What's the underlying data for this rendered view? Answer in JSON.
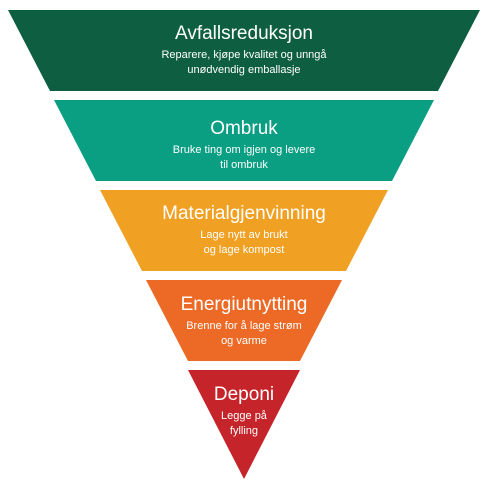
{
  "tiers": [
    {
      "title": "Avfallsreduksjon",
      "description": "Reparere, kjøpe kvalitet og unngå\nunødvendig emballasje",
      "color": "#0e5e42"
    },
    {
      "title": "Ombruk",
      "description": "Bruke ting om igjen og levere\ntil ombruk",
      "color": "#0a9e82"
    },
    {
      "title": "Materialgjenvinning",
      "description": "Lage nytt av brukt\nog lage kompost",
      "color": "#f0a023"
    },
    {
      "title": "Energiutnytting",
      "description": "Brenne for å lage strøm\nog varme",
      "color": "#ec6a25"
    },
    {
      "title": "Deponi",
      "description": "Legge på\nfylling",
      "color": "#c4242a"
    }
  ]
}
